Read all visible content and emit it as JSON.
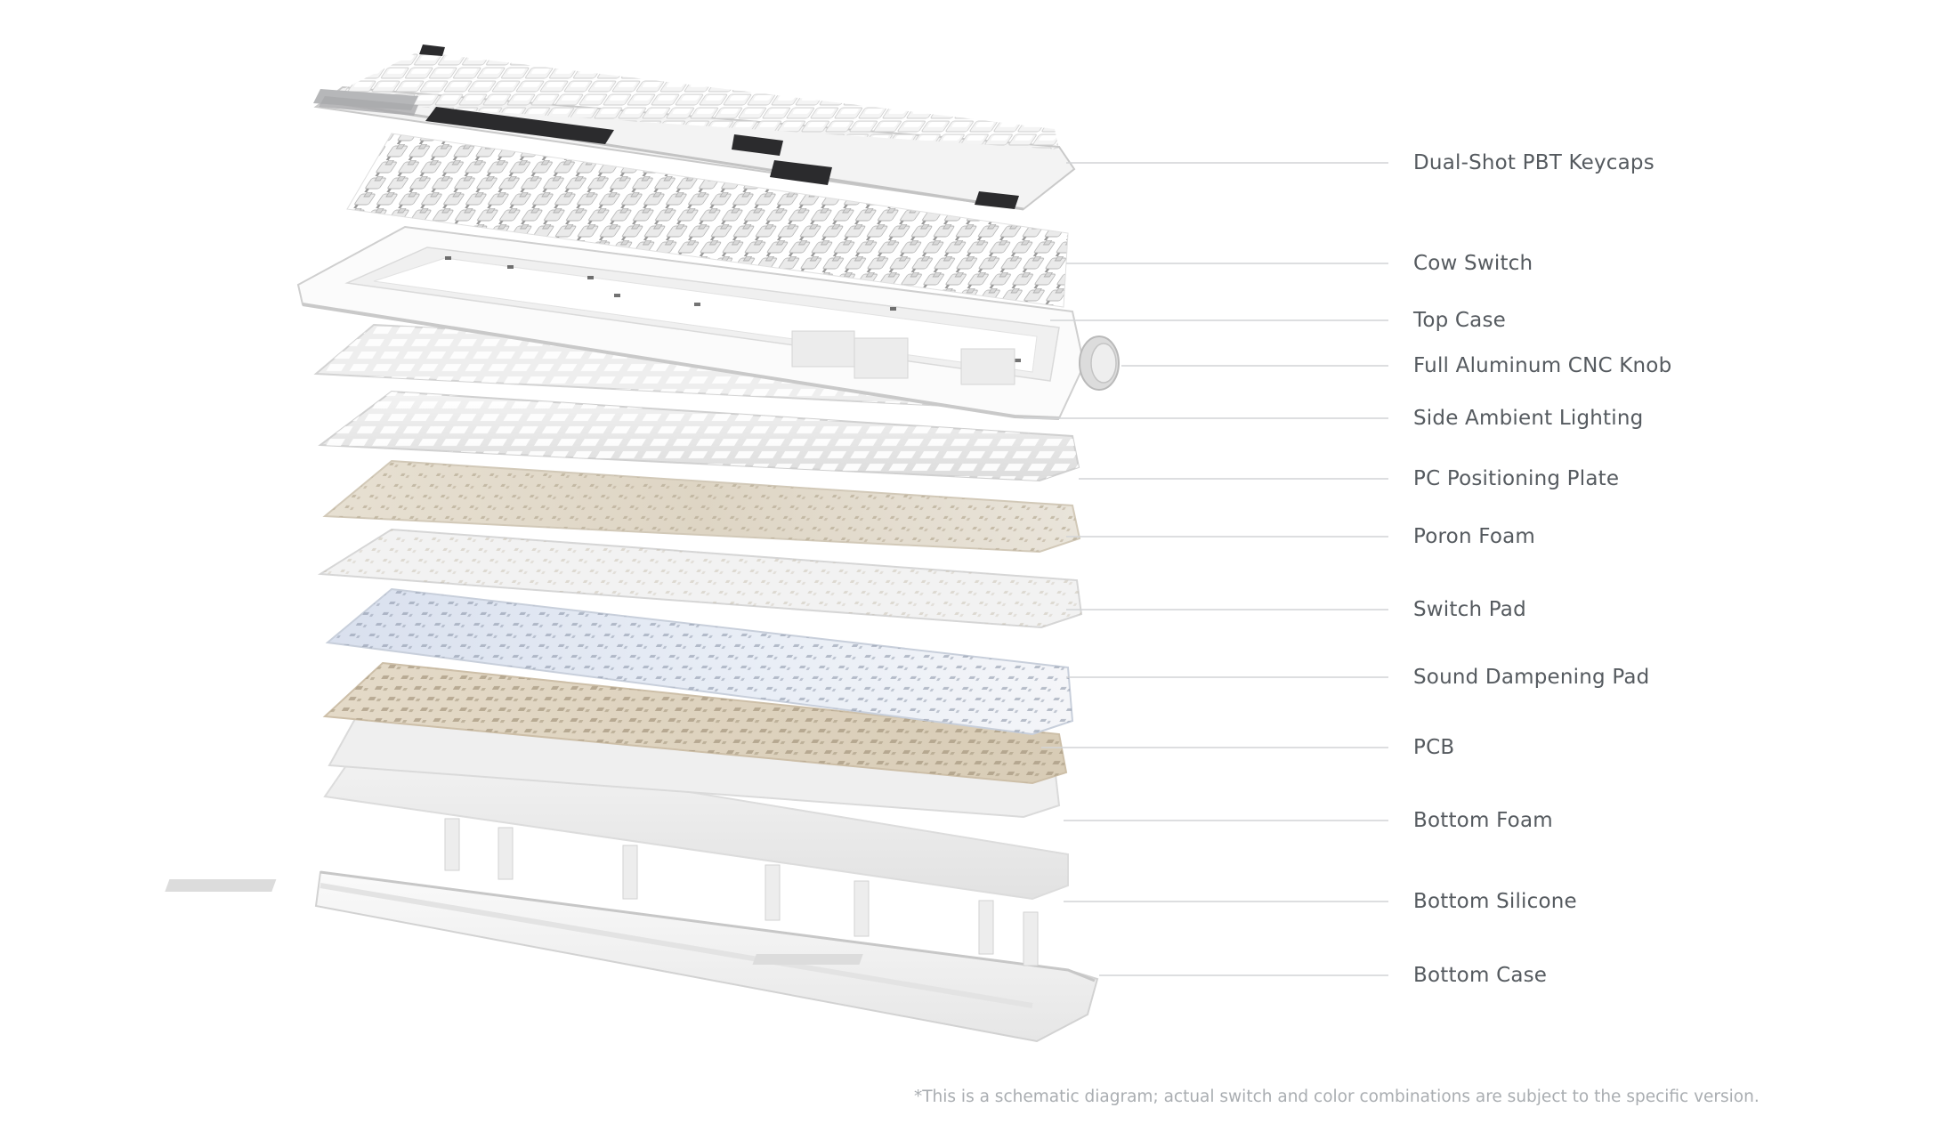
{
  "layers": [
    {
      "id": "keycaps",
      "label": "Dual-Shot PBT Keycaps"
    },
    {
      "id": "switch",
      "label": "Cow Switch"
    },
    {
      "id": "top-case",
      "label": "Top Case"
    },
    {
      "id": "knob",
      "label": "Full Aluminum CNC Knob"
    },
    {
      "id": "ambient",
      "label": "Side Ambient Lighting"
    },
    {
      "id": "pc-plate",
      "label": "PC Positioning Plate"
    },
    {
      "id": "poron",
      "label": "Poron Foam"
    },
    {
      "id": "switch-pad",
      "label": "Switch Pad"
    },
    {
      "id": "sound-pad",
      "label": "Sound Dampening Pad"
    },
    {
      "id": "pcb",
      "label": "PCB"
    },
    {
      "id": "bottom-foam",
      "label": "Bottom Foam"
    },
    {
      "id": "bottom-silicone",
      "label": "Bottom Silicone"
    },
    {
      "id": "bottom-case",
      "label": "Bottom Case"
    }
  ],
  "footnote": "*This is a schematic diagram; actual switch and color combinations are subject to the specific version.",
  "colors": {
    "label_text": "#555a5f",
    "leader_line": "#d2d4d6",
    "footnote_text": "#a9adb1",
    "keycap_white": "#f1f1f1",
    "keycap_gray": "#b9babc",
    "keycap_black": "#2b2b2d",
    "poron": "#e4ddd0",
    "sound_pad": "#dfe6f2",
    "pcb": "#ded3c1"
  }
}
